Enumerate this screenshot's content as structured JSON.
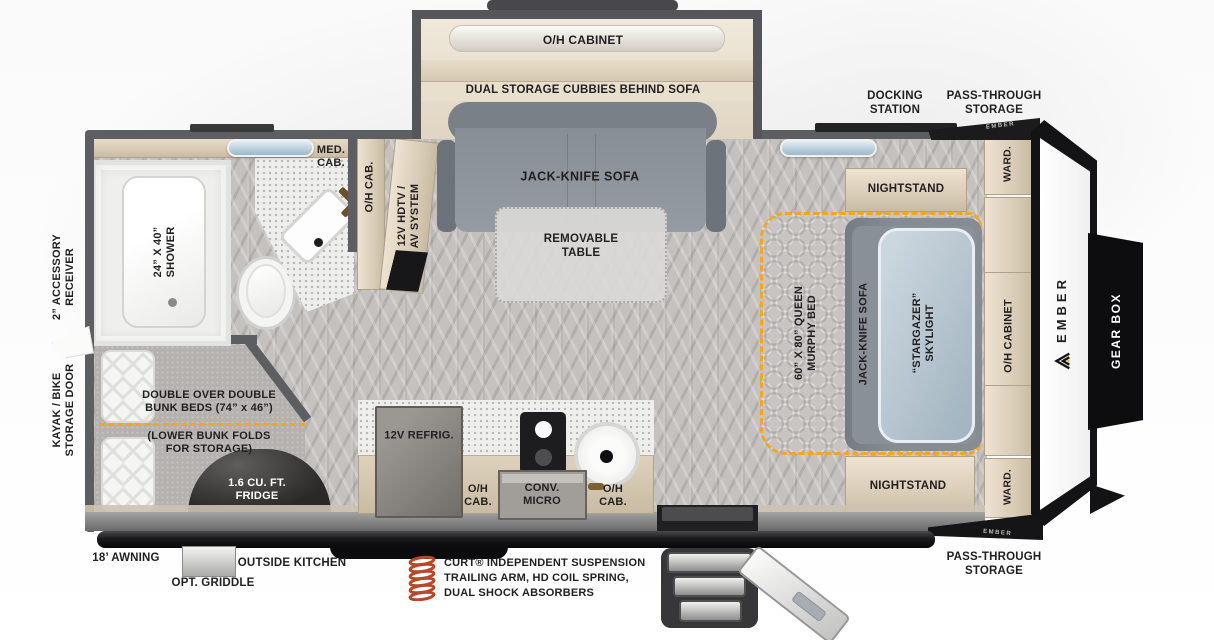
{
  "meta": {
    "type": "rv-floorplan",
    "brand": "EMBER"
  },
  "slideout": {
    "oh_cabinet": "O/H CABINET",
    "dual_storage": "DUAL STORAGE CUBBIES BEHIND SOFA",
    "sofa": "JACK-KNIFE SOFA",
    "table_line1": "REMOVABLE",
    "table_line2": "TABLE"
  },
  "bathroom": {
    "shower_line1": "24” X 40”",
    "shower_line2": "SHOWER",
    "med_cab_line1": "MED.",
    "med_cab_line2": "CAB.",
    "oh_cab": "O/H CAB.",
    "av_line1": "12V HDTV /",
    "av_line2": "AV SYSTEM"
  },
  "bedroom": {
    "nightstand_top": "NIGHTSTAND",
    "nightstand_bottom": "NIGHTSTAND",
    "ward_top": "WARD.",
    "ward_bottom": "WARD.",
    "oh_cabinet": "O/H CABINET",
    "murphy_line1": "60” X 80” QUEEN",
    "murphy_line2": "MURPHY BED",
    "sofa": "JACK-KNIFE SOFA",
    "skylight_line1": "“STARGAZER”",
    "skylight_line2": "SKYLIGHT"
  },
  "kitchen": {
    "refrig": "12V REFRIG.",
    "oh_cab_left_line1": "O/H",
    "oh_cab_left_line2": "CAB.",
    "micro_line1": "CONV.",
    "micro_line2": "MICRO",
    "oh_cab_right_line1": "O/H",
    "oh_cab_right_line2": "CAB."
  },
  "bunkroom": {
    "bunk_line1": "DOUBLE OVER DOUBLE",
    "bunk_line2": "BUNK BEDS (74” x 46”)",
    "bunk_line3": "(LOWER BUNK FOLDS",
    "bunk_line4": "FOR STORAGE)",
    "fridge_line1": "1.6 CU. FT.",
    "fridge_line2": "FRIDGE"
  },
  "exterior": {
    "accessory_line1": "2” ACCESSORY",
    "accessory_line2": "RECEIVER",
    "kayak_line1": "KAYAK / BIKE",
    "kayak_line2": "STORAGE DOOR",
    "awning": "18’ AWNING",
    "opt_griddle": "OPT. GRIDDLE",
    "outside_kitchen": "OUTSIDE KITCHEN",
    "docking_line1": "DOCKING",
    "docking_line2": "STATION",
    "pass_through_top_line1": "PASS-THROUGH",
    "pass_through_top_line2": "STORAGE",
    "pass_through_bottom_line1": "PASS-THROUGH",
    "pass_through_bottom_line2": "STORAGE",
    "ember_badge_top": "EMBER",
    "ember_badge_bottom": "EMBER",
    "brand_logo": "EMBER",
    "gear_box": "GEAR BOX"
  },
  "footnote": {
    "line1": "CURT® INDEPENDENT SUSPENSION",
    "line2": "TRAILING ARM, HD COIL SPRING,",
    "line3": "DUAL SHOCK ABSORBERS"
  },
  "colors": {
    "accent": "#F4A71E",
    "wall": "#56575B",
    "wood": "#DFD3C0",
    "sofa": "#868C93",
    "skylight": "#B4C3CE",
    "spring": "#C25029"
  }
}
